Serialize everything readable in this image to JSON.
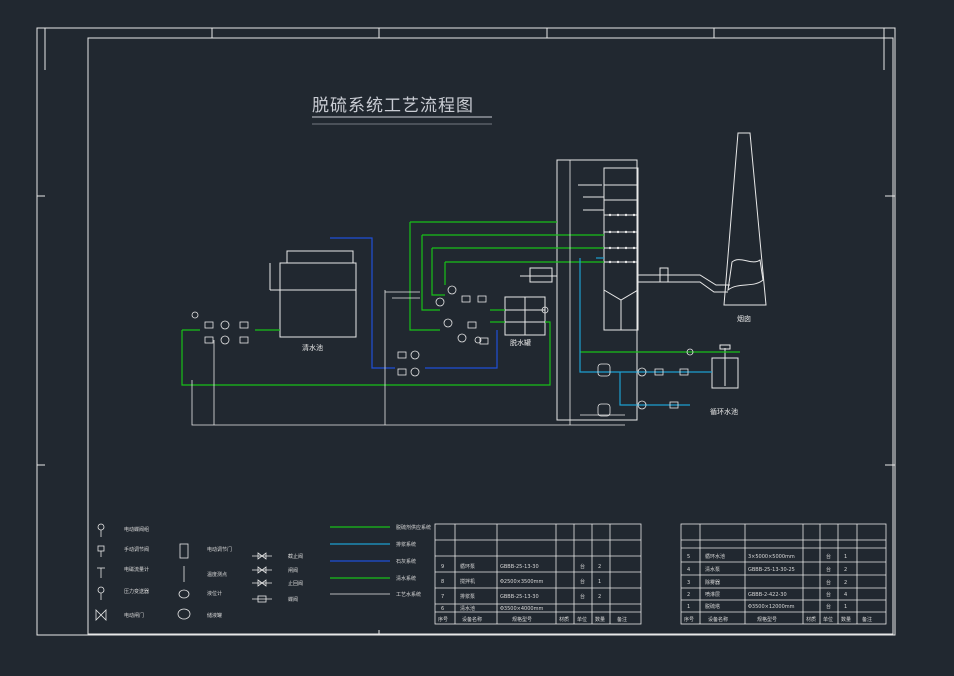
{
  "title": "脱硫系统工艺流程图",
  "labels": {
    "chimney": "烟囱",
    "tank_left": "清水池",
    "tank_center": "脱水罐",
    "tank_right": "循环水池"
  },
  "colors": {
    "background": "#212830",
    "frame": "#e8e8e8",
    "green": "#18c018",
    "blue": "#1f4fd8",
    "cyan": "#1d9fd0",
    "white": "#e8e8e8"
  },
  "legend_symbols": [
    {
      "label": "电动蝶阀组",
      "icon": "butterfly-valve-icon"
    },
    {
      "label": "手动调节阀",
      "icon": "manual-valve-icon"
    },
    {
      "label": "电磁流量计",
      "icon": "flowmeter-icon"
    },
    {
      "label": "压力变送器",
      "icon": "pressure-transmitter-icon"
    },
    {
      "label": "电动闸门",
      "icon": "electric-gate-icon"
    }
  ],
  "legend_symbols_2": [
    {
      "label": "电动调节门",
      "icon": "regulating-door-icon"
    },
    {
      "label": "温度测点",
      "icon": "thermometer-icon"
    },
    {
      "label": "液位计",
      "icon": "level-gauge-icon"
    },
    {
      "label": "储液罐",
      "icon": "storage-tank-icon"
    }
  ],
  "legend_valves": [
    {
      "label": "截止阀",
      "icon": "globe-valve-icon"
    },
    {
      "label": "闸阀",
      "icon": "gate-valve-icon"
    },
    {
      "label": "止回阀",
      "icon": "check-valve-icon"
    },
    {
      "label": "蝶阀",
      "icon": "butterfly-icon"
    }
  ],
  "legend_lines": [
    {
      "label": "脱硫剂供应系统",
      "color": "#18c018"
    },
    {
      "label": "排浆系统",
      "color": "#1d9fd0"
    },
    {
      "label": "石灰系统",
      "color": "#1f4fd8"
    },
    {
      "label": "清水系统",
      "color": "#18c018"
    },
    {
      "label": "工艺水系统",
      "color": "#e8e8e8"
    }
  ],
  "table_left": {
    "header": [
      "序号",
      "设备名称",
      "规格型号",
      "材质",
      "单位",
      "数量",
      "备注"
    ],
    "rows": [
      {
        "no": "9",
        "name": "循环泵",
        "spec": "GBBB-25-13-30",
        "unit": "台",
        "qty": "2"
      },
      {
        "no": "8",
        "name": "搅拌机",
        "spec": "Φ2500×3500mm",
        "unit": "台",
        "qty": "1"
      },
      {
        "no": "7",
        "name": "排浆泵",
        "spec": "GBBB-25-13-30",
        "unit": "台",
        "qty": "2"
      },
      {
        "no": "6",
        "name": "清水池",
        "spec": "Φ3500×4000mm",
        "unit": "",
        "qty": ""
      }
    ]
  },
  "table_right": {
    "header": [
      "序号",
      "设备名称",
      "规格型号",
      "材质",
      "单位",
      "数量",
      "备注"
    ],
    "rows": [
      {
        "no": "5",
        "name": "循环水池",
        "spec": "3×5000×5000mm",
        "unit": "台",
        "qty": "1"
      },
      {
        "no": "4",
        "name": "清水泵",
        "spec": "GBBB-25-13-30-25",
        "unit": "台",
        "qty": "2"
      },
      {
        "no": "3",
        "name": "除雾器",
        "spec": "",
        "unit": "台",
        "qty": "2"
      },
      {
        "no": "2",
        "name": "喷淋层",
        "spec": "GBBB-2-422-30",
        "unit": "台",
        "qty": "4"
      },
      {
        "no": "1",
        "name": "脱硫塔",
        "spec": "Φ3500×12000mm",
        "unit": "台",
        "qty": "1"
      }
    ]
  }
}
